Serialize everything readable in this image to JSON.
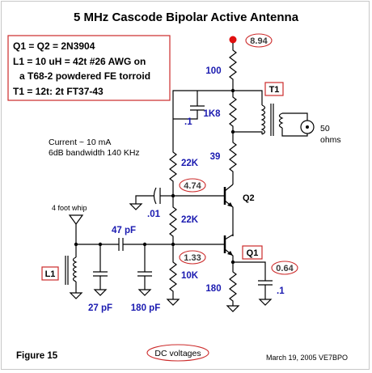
{
  "title": "5 MHz Cascode Bipolar Active Antenna",
  "specs": [
    "Q1 = Q2 = 2N3904",
    "L1 =  10 uH = 42t #26 AWG on",
    "a T68-2 powdered FE torroid",
    "T1 = 12t: 2t  FT37-43"
  ],
  "notes": {
    "current": "Current ~ 10 mA",
    "bandwidth": "6dB bandwidth 140 KHz",
    "whip": "4 foot whip",
    "ohms_value": "50",
    "ohms_unit": "ohms"
  },
  "components": {
    "r_100": "100",
    "r_1k8": "1K8",
    "r_39": "39",
    "r_22k_top": "22K",
    "r_22k_mid": "22K",
    "r_10k": "10K",
    "r_180": "180",
    "c_01_top": ".1",
    "c_01": ".01",
    "c_47pf": "47 pF",
    "c_27pf": "27 pF",
    "c_180pf": "180 pF",
    "c_01_bot": ".1",
    "t1": "T1",
    "q2": "Q2",
    "q1": "Q1",
    "l1": "L1"
  },
  "voltages": {
    "supply": "8.94",
    "q2_base": "4.74",
    "q1_base": "1.33",
    "q1_emitter": "0.64"
  },
  "footer": {
    "figure": "Figure 15",
    "dc_voltages": "DC voltages",
    "date": "March 19, 2005  VE7BPO"
  },
  "colors": {
    "component_values": "#1a1ab0",
    "highlight": "#cc2a2a",
    "supply_dot": "#e01010"
  }
}
